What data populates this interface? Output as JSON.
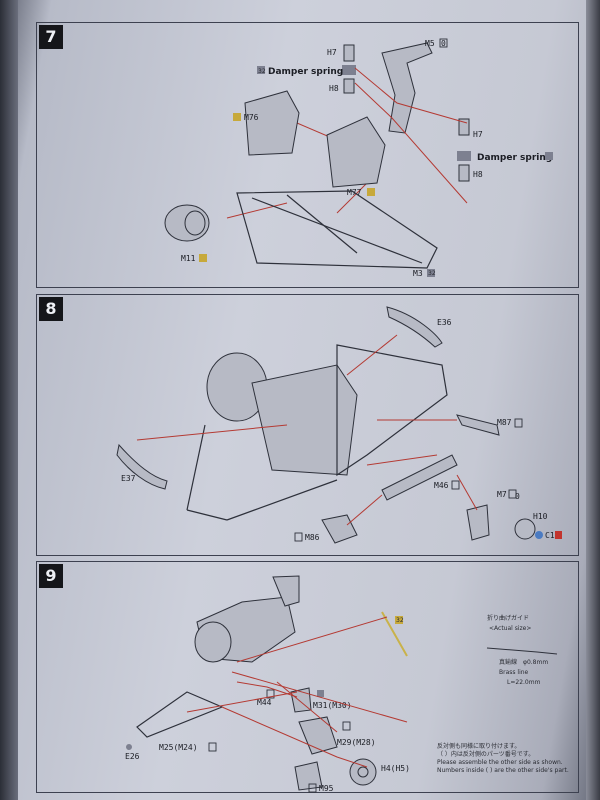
{
  "steps": [
    {
      "number": "7",
      "labels": {
        "m5": "M5",
        "m5_box": "0",
        "h7_top": "H7",
        "damper_top_box": "32",
        "damper_top": "Damper spring",
        "h8_top": "H8",
        "m76": "M76",
        "m77": "M77",
        "m11": "M11",
        "m3": "M3",
        "m3_box": "32",
        "h7_right": "H7",
        "damper_right": "Damper spring",
        "h8_right": "H8"
      }
    },
    {
      "number": "8",
      "labels": {
        "e36": "E36",
        "e37": "E37",
        "m87": "M87",
        "m46": "M46",
        "m7": "M7",
        "m7_box": "0",
        "h10": "H10",
        "c1": "C1",
        "m86": "M86"
      }
    },
    {
      "number": "9",
      "labels": {
        "box_32": "32",
        "m44": "M44",
        "m31": "M31(M30)",
        "m25": "M25(M24)",
        "m29": "M29(M28)",
        "h4": "H4(H5)",
        "e26": "E26",
        "m95": "M95"
      }
    }
  ],
  "bend_guide": {
    "title_jp": "折り曲げガイド",
    "title_en": "<Actual size>",
    "wire_jp": "真鍮線",
    "wire_dia": "φ0.8mm",
    "wire_en": "Brass line",
    "length": "L=22.0mm"
  },
  "note": {
    "jp_line1": "反対側も同様に取り付けます。",
    "jp_line2": "（ ）内は反対側のパーツ番号です。",
    "en_line1": "Please assemble the other side as shown.",
    "en_line2": "Numbers inside ( ) are the other side's part."
  },
  "colors": {
    "leader": "#b43a33",
    "paper": "#cdd0db",
    "ink": "#2e313b"
  }
}
